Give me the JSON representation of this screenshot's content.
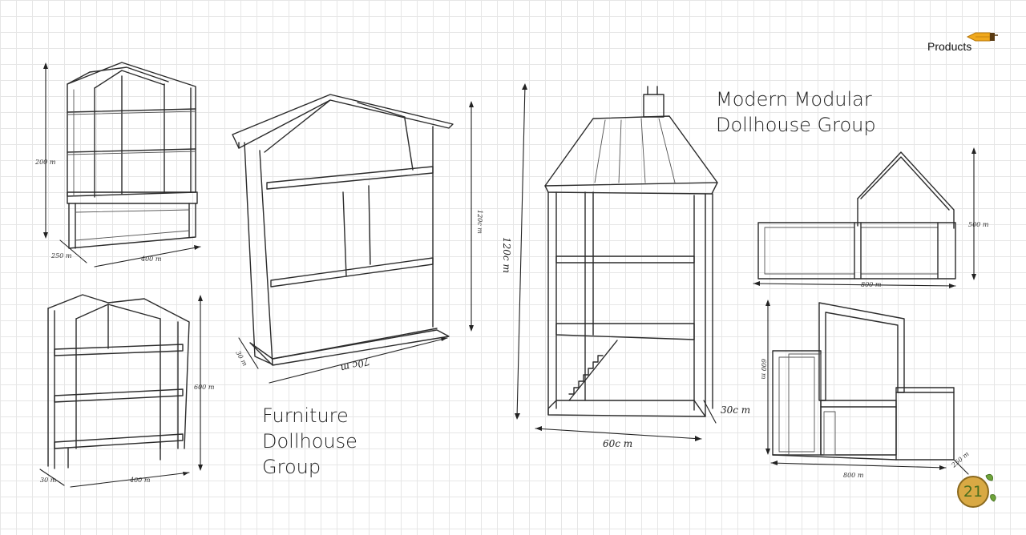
{
  "header": {
    "section_label": "Products"
  },
  "titles": {
    "furniture_line1": "Furniture",
    "furniture_line2": "Dollhouse",
    "furniture_line3": "Group",
    "modern_line1": "Modern Modular",
    "modern_line2": "Dollhouse Group"
  },
  "dimensions": {
    "greenhouse_height": "200 m",
    "greenhouse_depth": "250 m",
    "greenhouse_width": "400 m",
    "shelf_height": "600 m",
    "shelf_depth": "30 m",
    "shelf_width": "400 m",
    "bookcase_height": "120c m",
    "bookcase_depth": "30 m",
    "bookcase_width": "70c m",
    "tall_height": "120c m",
    "tall_width": "60c m",
    "tall_depth": "30c m",
    "long_height": "500 m",
    "long_width": "800 m",
    "blocks_height": "600 m",
    "blocks_width": "800 m",
    "blocks_depth": "250 m"
  },
  "page": {
    "number": "21"
  },
  "icons": {
    "header_icon": "pencil-icon",
    "badge_icon": "leaf-icon"
  },
  "colors": {
    "badge": "#d9a944",
    "pencil": "#f0a81c"
  }
}
